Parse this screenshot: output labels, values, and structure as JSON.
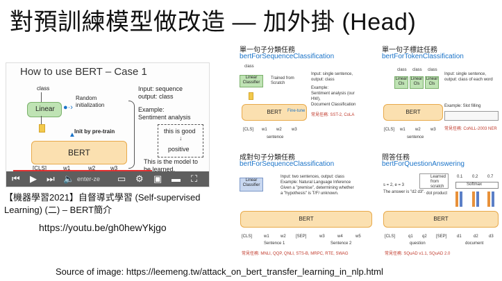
{
  "slide": {
    "title": "對預訓練模型做改造 — 加外掛 (Head)",
    "source_caption": "Source of image: https://leemeng.tw/attack_on_bert_transfer_learning_in_nlp.html",
    "video_caption_line1": "【機器學習2021】自督導式學習 (Self-supervised",
    "video_caption_line2": "Learning) (二) – BERT簡介",
    "video_link": "https://youtu.be/gh0hewYkjgo"
  },
  "video": {
    "heading": "How to use BERT – Case 1",
    "class_label": "class",
    "linear_label": "Linear",
    "random_init": "Random initialization",
    "init_pretrain": "Init by pre-train",
    "bert_label": "BERT",
    "input_label": "Input:  sequence",
    "output_label": "output: class",
    "example_label": "Example:",
    "example_value": "Sentiment analysis",
    "sample_text": "this is good",
    "sample_result": "positive",
    "model_note": "This is the model to be learned.",
    "tokens": [
      "[CLS]",
      "w1",
      "w2",
      "w3"
    ],
    "controls_hint": "enter-ze"
  },
  "panels": {
    "single_class": {
      "title": "單一句子分類任務",
      "subtitle": "bertForSequenceClassification",
      "class": "class",
      "linear": "Linear Classifier",
      "trained": "Trained from Scratch",
      "bert": "BERT",
      "finetune": "Fine-tune",
      "desc1": "Input: single sentence,",
      "desc2": "output: class",
      "desc3": "Example:",
      "desc4": "Sentiment analysis (our",
      "desc5": "HW),",
      "desc6": "Document Classification",
      "tasks": "常見任務: SST-2, CoLA",
      "tokens": [
        "[CLS]",
        "w1",
        "w2",
        "w3"
      ],
      "sentence": "sentence"
    },
    "single_token": {
      "title": "單一句子標註任務",
      "subtitle": "bertForTokenClassification",
      "class": "class",
      "cls": "Linear Cls",
      "bert": "BERT",
      "desc1": "Input: single sentence,",
      "desc2": "output: class of each word",
      "example": "Example: Slot filling",
      "tasks": "常見任務: CoNLL-2003 NER",
      "tokens": [
        "[CLS]",
        "w1",
        "w2",
        "w3"
      ],
      "sentence": "sentence"
    },
    "pair_class": {
      "title": "成對句子分類任務",
      "subtitle": "bertForSequenceClassification",
      "linear": "Linear Classifier",
      "desc1": "Input: two sentences, output: class",
      "desc2": "Example: Natural Language Inference",
      "desc3": "Given a \"premise\", determining whether",
      "desc4": "a \"hypothesis\" is T/F/ unknown.",
      "bert": "BERT",
      "tokens": [
        "[CLS]",
        "w1",
        "w2",
        "[SEP]",
        "w3",
        "w4",
        "w5"
      ],
      "sent1": "Sentence 1",
      "sent2": "Sentence 2",
      "tasks": "常見任務: MNLI, QQP, QNLI, STS-B, MRPC, RTE, SWAG"
    },
    "qa": {
      "title": "問答任務",
      "subtitle": "bertForQuestionAnswering",
      "learned": "Learned from scratch",
      "softmax": "Softmax",
      "probs": [
        "0.1",
        "0.2",
        "0.7"
      ],
      "s_e": "s = 2, e = 3",
      "answer": "The answer is \"d2 d3\".",
      "dot": "dot product",
      "bert": "BERT",
      "tokens": [
        "[CLS]",
        "q1",
        "q2",
        "[SEP]",
        "d1",
        "d2",
        "d3"
      ],
      "question": "question",
      "document": "document",
      "tasks": "常見任務: SQuAD v1.1, SQuAD 2.0"
    }
  },
  "colors": {
    "accent_blue": "#1a73c8",
    "bert_fill": "#fbe0b0",
    "linear_fill": "#bfe3b4",
    "task_red": "#c0392b"
  }
}
